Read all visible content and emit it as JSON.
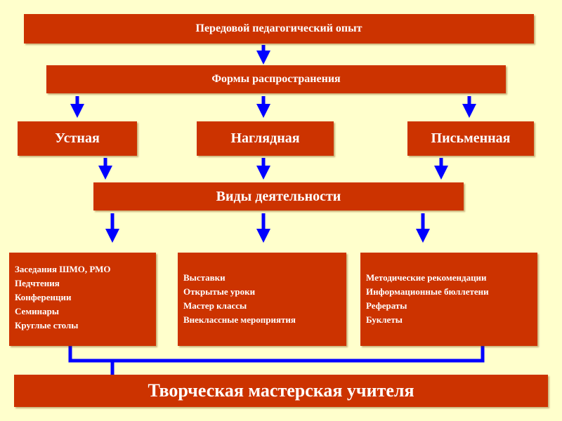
{
  "title": "Передовой педагогический опыт",
  "forms": "Формы распространения",
  "types": [
    "Устная",
    "Наглядная",
    "Письменная"
  ],
  "activities": "Виды деятельности",
  "lists": [
    [
      "Заседания ШМО, РМО",
      "Педчтения",
      "Конференции",
      "Семинары",
      "Круглые столы"
    ],
    [
      "Выставки",
      "Открытые уроки",
      "Мастер классы",
      "Внеклассные мероприятия"
    ],
    [
      "Методические рекомендации",
      "Информационные бюллетени",
      "Рефераты",
      "Буклеты"
    ]
  ],
  "result": "Творческая мастерская учителя",
  "colors": {
    "background": "#ffffcc",
    "box": "#cc3300",
    "arrow": "#0000ff"
  }
}
